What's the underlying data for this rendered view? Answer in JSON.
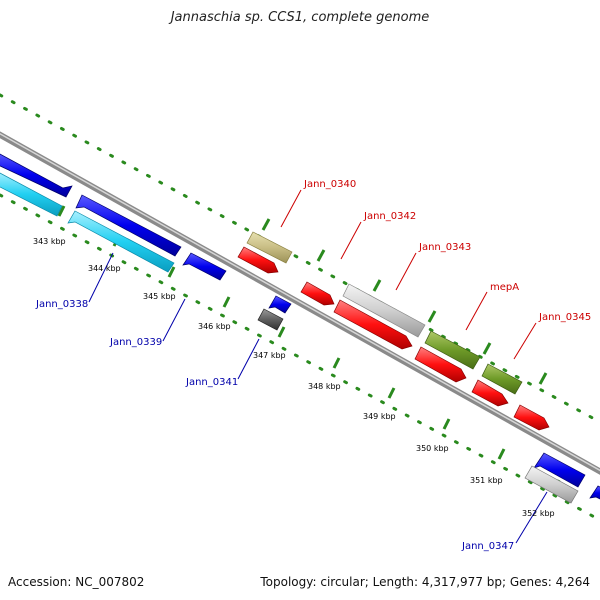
{
  "title": "Jannaschia sp. CCS1, complete genome",
  "footer": {
    "accession": "Accession: NC_007802",
    "topology": "Topology: circular; Length: 4,317,977 bp; Genes: 4,264"
  },
  "colors": {
    "backbone": "#8a8a8a",
    "tick": "#2a8a1e",
    "label_forward": "#cc0000",
    "label_reverse": "#0000aa",
    "scale_text": "#000000"
  },
  "ticks": [
    "343 kbp",
    "344 kbp",
    "345 kbp",
    "346 kbp",
    "347 kbp",
    "348 kbp",
    "349 kbp",
    "350 kbp",
    "351 kbp",
    "352 kbp"
  ],
  "gene_labels": [
    "Jann_0338",
    "Jann_0339",
    "Jann_0340",
    "Jann_0341",
    "Jann_0342",
    "Jann_0343",
    "mepA",
    "Jann_0345",
    "Jann_0347"
  ]
}
